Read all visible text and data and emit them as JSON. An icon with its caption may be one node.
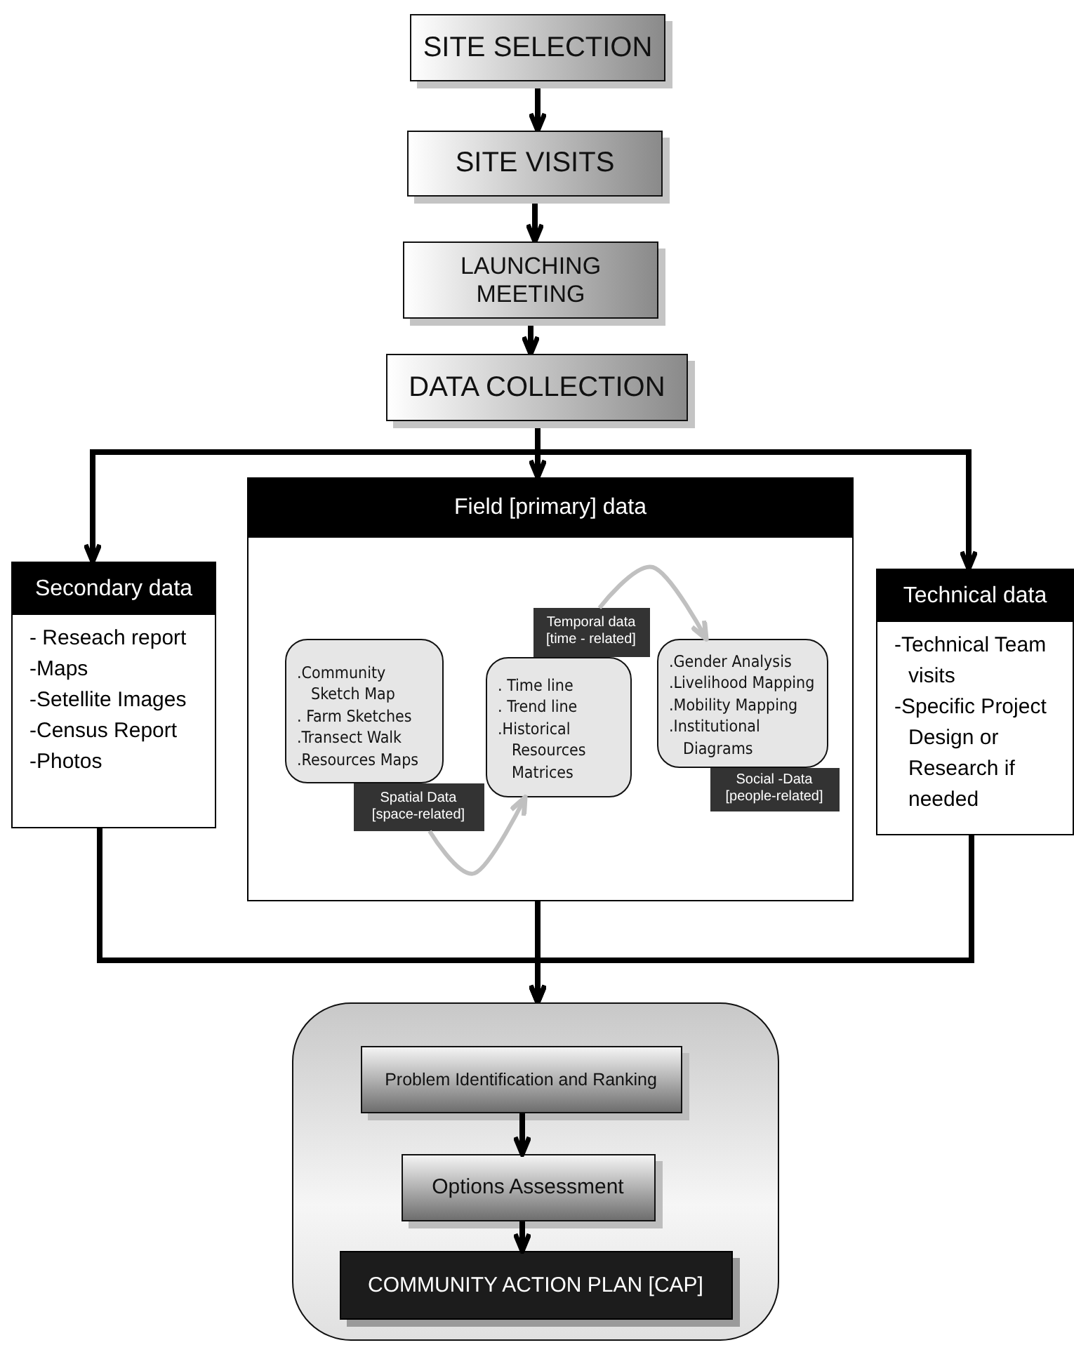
{
  "diagram": {
    "nodes": [
      {
        "text": [
          "SITE SELECTION"
        ]
      },
      {
        "text": [
          "SITE VISITS"
        ]
      },
      {
        "text": [
          "LAUNCHING MEETING"
        ]
      },
      {
        "text": [
          "DATA COLLECTION"
        ]
      },
      {
        "text": [
          "Secondary data",
          "- Reseach report",
          "-Maps",
          "-Setellite Images",
          "-Census Report",
          "-Photos"
        ]
      },
      {
        "text": [
          "Field [primary] data"
        ]
      },
      {
        "text": [
          ".Community Sketch Map",
          ". Farm Sketches",
          ".Transect Walk",
          ".Resources Maps"
        ],
        "in": 5
      },
      {
        "text": [
          "Spatial Data [space-related]"
        ],
        "in": 5
      },
      {
        "text": [
          "Temporal data [time - related]"
        ],
        "in": 5
      },
      {
        "text": [
          ". Time line",
          ". Trend line",
          ".Historical Resources Matrices"
        ],
        "in": 5
      },
      {
        "text": [
          ".Gender Analysis",
          ".Livelihood Mapping",
          ".Mobility Mapping",
          ".Institutional Diagrams"
        ],
        "in": 5
      },
      {
        "text": [
          "Social -Data [people-related]"
        ],
        "in": 5
      },
      {
        "text": [
          "Technical data",
          "-Technical Team visits",
          "-Specific Project Design or Research if needed"
        ]
      },
      {
        "text": [],
        "shape": "box"
      },
      {
        "text": [
          "Problem Identification and Ranking"
        ],
        "in": 13
      },
      {
        "text": [
          "Options Assessment"
        ],
        "in": 13
      },
      {
        "text": [
          "COMMUNITY ACTION PLAN [CAP]"
        ],
        "in": 13
      }
    ],
    "edges": [
      {
        "from": 0,
        "to": 1,
        "arrow": "to"
      },
      {
        "from": 1,
        "to": 2,
        "arrow": "to"
      },
      {
        "from": 2,
        "to": 3,
        "arrow": "to"
      },
      {
        "from": 3,
        "to": 4,
        "arrow": "to"
      },
      {
        "from": 3,
        "to": 5,
        "arrow": "to"
      },
      {
        "from": 3,
        "to": 12,
        "arrow": "to"
      },
      {
        "from": 4,
        "to": 13,
        "arrow": "to"
      },
      {
        "from": 5,
        "to": 13,
        "arrow": "to"
      },
      {
        "from": 12,
        "to": 13,
        "arrow": "to"
      },
      {
        "from": 14,
        "to": 15,
        "arrow": "to"
      },
      {
        "from": 15,
        "to": 16,
        "arrow": "to"
      },
      {
        "from": 7,
        "to": 9,
        "arrow": "to",
        "color": "#c0c0c0"
      },
      {
        "from": 8,
        "to": 10,
        "arrow": "to",
        "color": "#c0c0c0"
      }
    ]
  }
}
